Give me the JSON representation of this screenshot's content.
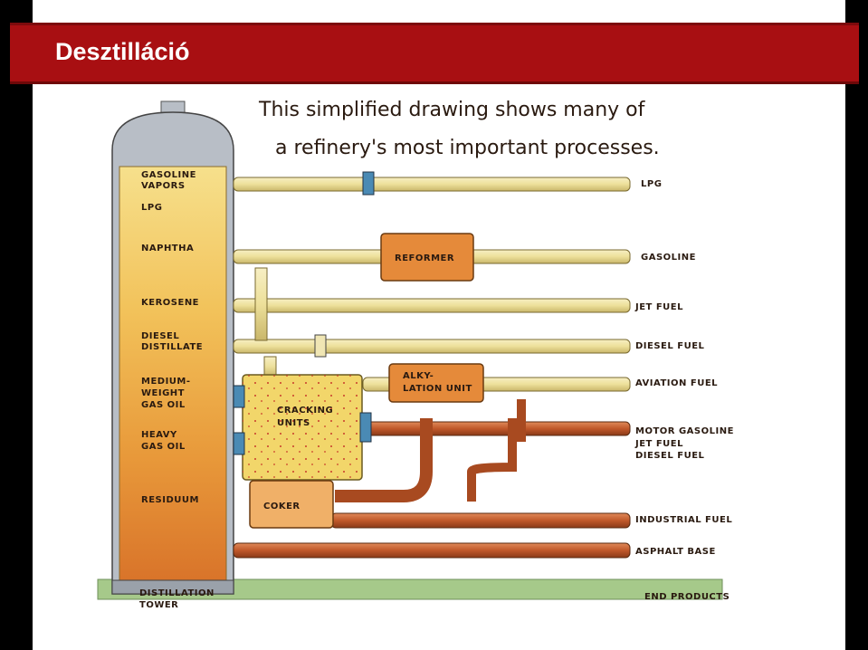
{
  "slide": {
    "title": "Desztilláció"
  },
  "diagram": {
    "caption_line1": "This simplified drawing shows many of",
    "caption_line2": "a refinery's most important processes.",
    "tower": {
      "layers": [
        "GASOLINE",
        "VAPORS",
        "LPG",
        "NAPHTHA",
        "KEROSENE",
        "DIESEL",
        "DISTILLATE",
        "MEDIUM-",
        "WEIGHT",
        "GAS OIL",
        "HEAVY",
        "GAS OIL",
        "RESIDUUM"
      ],
      "label_line1": "DISTILLATION",
      "label_line2": "TOWER"
    },
    "units": {
      "reformer": "REFORMER",
      "alkylation_line1": "ALKY-",
      "alkylation_line2": "LATION UNIT",
      "cracking_line1": "CRACKING",
      "cracking_line2": "UNITS",
      "coker": "COKER"
    },
    "products": {
      "lpg": "LPG",
      "gasoline": "GASOLINE",
      "jet_fuel": "JET FUEL",
      "diesel_fuel": "DIESEL FUEL",
      "aviation_fuel": "AVIATION FUEL",
      "motor_line1": "MOTOR GASOLINE",
      "motor_line2": "JET FUEL",
      "motor_line3": "DIESEL FUEL",
      "industrial_fuel": "INDUSTRIAL FUEL",
      "asphalt_base": "ASPHALT BASE",
      "end_products": "END PRODUCTS"
    },
    "colors": {
      "title_bar": "#a80f12",
      "light_pipe": "#efe3a0",
      "copper_pipe": "#c0582a",
      "unit_box": "#e58a3a",
      "ground": "#a6c98a"
    }
  }
}
